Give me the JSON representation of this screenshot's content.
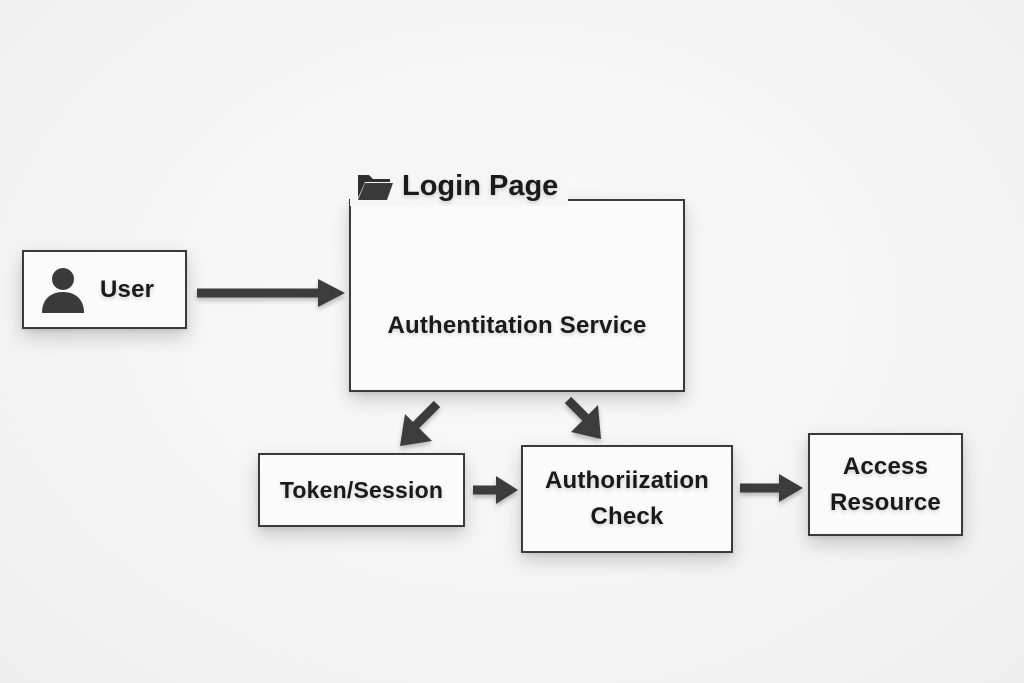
{
  "diagram": {
    "title": "Login Page",
    "nodes": {
      "user": "User",
      "auth_service": "Authentitation Service",
      "token_session": "Token/Session",
      "authorization_line1": "Authoriization",
      "authorization_line2": "Check",
      "access_line1": "Access",
      "access_line2": "Resource"
    },
    "edges": [
      {
        "from": "user",
        "to": "auth_service"
      },
      {
        "from": "auth_service",
        "to": "token_session"
      },
      {
        "from": "auth_service",
        "to": "authorization"
      },
      {
        "from": "token_session",
        "to": "authorization"
      },
      {
        "from": "authorization",
        "to": "access_resource"
      }
    ],
    "icons": {
      "title": "folder-icon",
      "user": "user-icon"
    },
    "colors": {
      "stroke": "#3a3a3a",
      "arrow": "#3d3d3d",
      "text": "#1a1a1a",
      "box_fill": "#fbfbfb"
    }
  }
}
